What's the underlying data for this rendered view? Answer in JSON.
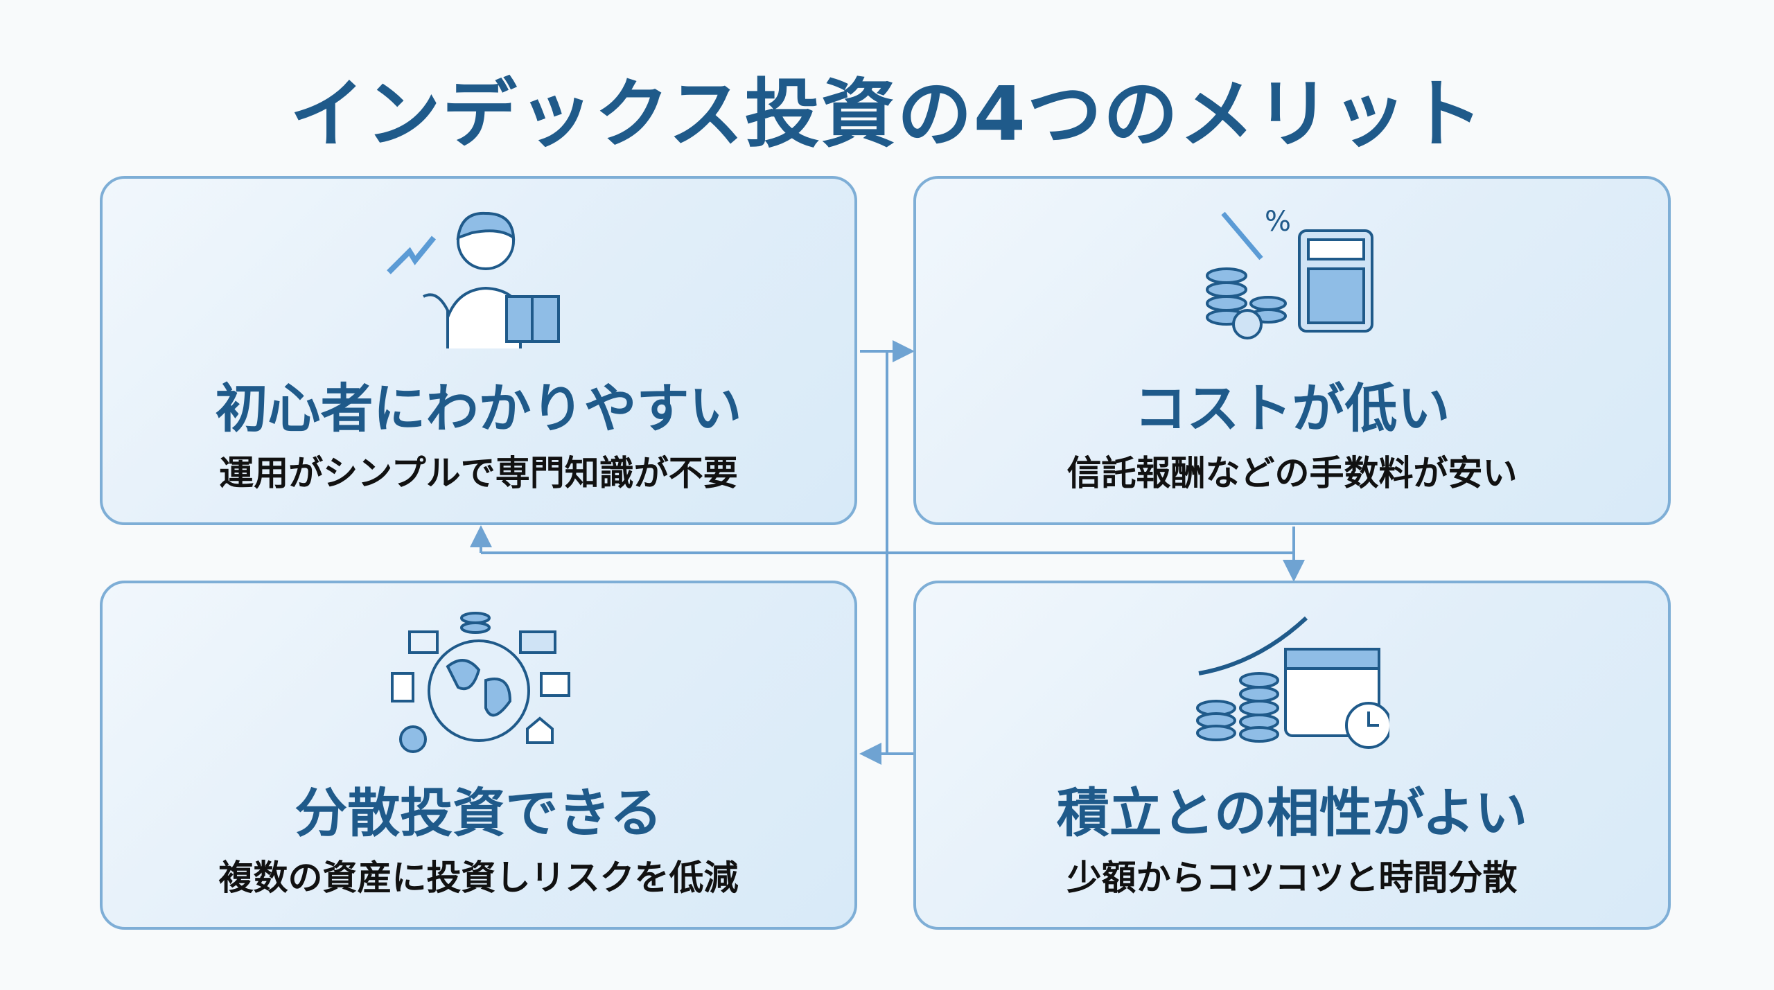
{
  "title": "インデックス投資の4つのメリット",
  "cards": [
    {
      "heading": "初心者にわかりやすい",
      "subtitle": "運用がシンプルで専門知識が不要",
      "icon": "person-reading-book-icon"
    },
    {
      "heading": "コストが低い",
      "subtitle": "信託報酬などの手数料が安い",
      "icon": "coins-calculator-icon"
    },
    {
      "heading": "分散投資できる",
      "subtitle": "複数の資産に投資しリスクを低減",
      "icon": "globe-assets-icon"
    },
    {
      "heading": "積立との相性がよい",
      "subtitle": "少額からコツコツと時間分散",
      "icon": "coins-calendar-icon"
    }
  ],
  "colors": {
    "accent": "#1f5a8a",
    "border": "#7eaed6",
    "connector": "#6fa3d2"
  }
}
